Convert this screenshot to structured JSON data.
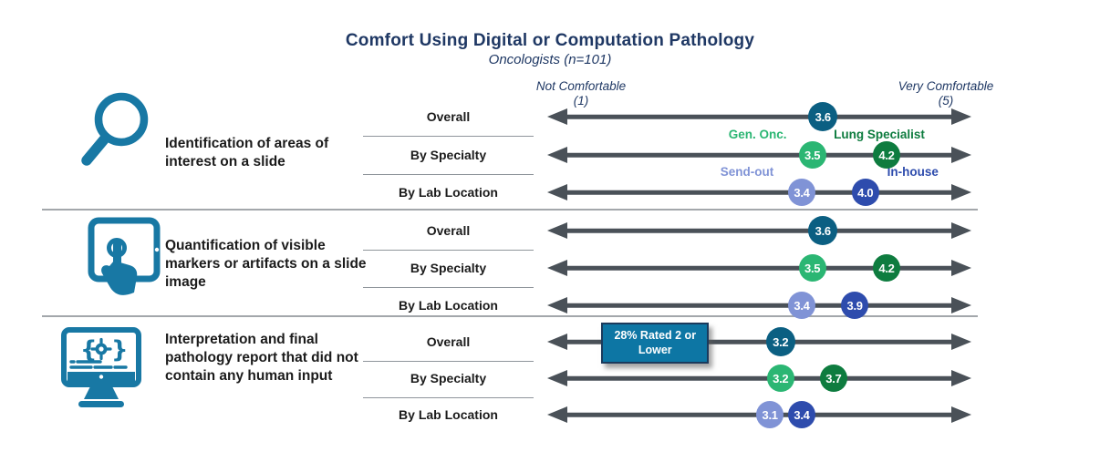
{
  "header": {
    "title": "Comfort Using Digital or Computation Pathology",
    "subtitle": "Oncologists (n=101)"
  },
  "colors": {
    "navy": "#1F3864",
    "arrow": "#4A5158",
    "icon": "#1878A4",
    "separator": "#A3A7AB",
    "callout_bg": "#0D76A4",
    "overall_dot": "#0B5F82",
    "green_light": "#2BB673",
    "green_dark": "#0E7C3F",
    "blue_light": "#8093D6",
    "blue_dark": "#2E4CAD"
  },
  "chart_data": {
    "type": "scatter",
    "title": "Comfort Using Digital or Computation Pathology",
    "subtitle": "Oncologists (n=101)",
    "axis": {
      "min": 1,
      "max": 5,
      "min_label": "Not Comfortable",
      "min_tick": "(1)",
      "max_label": "Very Comfortable",
      "max_tick": "(5)"
    },
    "legend": {
      "by_specialty": [
        "Gen. Onc.",
        "Lung Specialist"
      ],
      "by_lab_location": [
        "Send-out",
        "In-house"
      ]
    },
    "groups": [
      {
        "icon": "magnifier",
        "name": "Identification of areas of interest on a slide",
        "rows": [
          {
            "label": "Overall",
            "points": [
              {
                "value": 3.6,
                "color_key": "overall_dot"
              }
            ]
          },
          {
            "label": "By Specialty",
            "points": [
              {
                "value": 3.5,
                "color_key": "green_light",
                "label": "Gen. Onc.",
                "label_dx": -60
              },
              {
                "value": 4.2,
                "color_key": "green_dark",
                "label": "Lung Specialist",
                "label_dx": -8
              }
            ]
          },
          {
            "label": "By Lab Location",
            "points": [
              {
                "value": 3.4,
                "color_key": "blue_light",
                "label": "Send-out",
                "label_dx": -60
              },
              {
                "value": 4.0,
                "color_key": "blue_dark",
                "label": "In-house",
                "label_dx": 52
              }
            ]
          }
        ]
      },
      {
        "icon": "tablet-touch",
        "name": "Quantification of visible markers or artifacts on a slide image",
        "rows": [
          {
            "label": "Overall",
            "points": [
              {
                "value": 3.6,
                "color_key": "overall_dot"
              }
            ]
          },
          {
            "label": "By Specialty",
            "points": [
              {
                "value": 3.5,
                "color_key": "green_light"
              },
              {
                "value": 4.2,
                "color_key": "green_dark"
              }
            ]
          },
          {
            "label": "By Lab Location",
            "points": [
              {
                "value": 3.4,
                "color_key": "blue_light"
              },
              {
                "value": 3.9,
                "color_key": "blue_dark"
              }
            ]
          }
        ]
      },
      {
        "icon": "monitor-code",
        "name": "Interpretation and final pathology report that did not contain any human input",
        "rows": [
          {
            "label": "Overall",
            "points": [
              {
                "value": 3.2,
                "color_key": "overall_dot"
              }
            ],
            "callout": {
              "text": "28% Rated 2 or Lower",
              "at_value": 2.0
            }
          },
          {
            "label": "By Specialty",
            "points": [
              {
                "value": 3.2,
                "color_key": "green_light"
              },
              {
                "value": 3.7,
                "color_key": "green_dark"
              }
            ]
          },
          {
            "label": "By Lab Location",
            "points": [
              {
                "value": 3.1,
                "color_key": "blue_light"
              },
              {
                "value": 3.4,
                "color_key": "blue_dark"
              }
            ]
          }
        ]
      }
    ]
  }
}
